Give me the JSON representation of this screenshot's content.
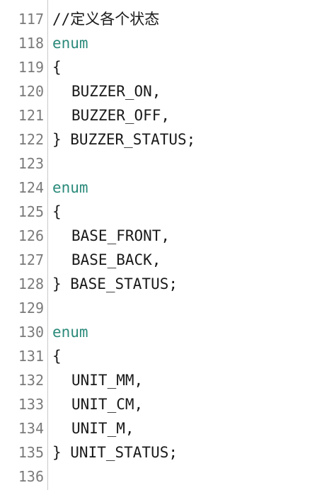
{
  "lines": [
    {
      "number": "117",
      "text": "//定义各个状态",
      "kind": "comment"
    },
    {
      "number": "118",
      "text": "enum",
      "kind": "keyword"
    },
    {
      "number": "119",
      "text": "{",
      "kind": "brace"
    },
    {
      "number": "120",
      "text": "BUZZER_ON,",
      "kind": "member"
    },
    {
      "number": "121",
      "text": "BUZZER_OFF,",
      "kind": "member"
    },
    {
      "number": "122",
      "text": "} BUZZER_STATUS;",
      "kind": "brace"
    },
    {
      "number": "123",
      "text": "",
      "kind": "blank"
    },
    {
      "number": "124",
      "text": "enum",
      "kind": "keyword"
    },
    {
      "number": "125",
      "text": "{",
      "kind": "brace"
    },
    {
      "number": "126",
      "text": "BASE_FRONT,",
      "kind": "member"
    },
    {
      "number": "127",
      "text": "BASE_BACK,",
      "kind": "member"
    },
    {
      "number": "128",
      "text": "} BASE_STATUS;",
      "kind": "brace"
    },
    {
      "number": "129",
      "text": "",
      "kind": "blank"
    },
    {
      "number": "130",
      "text": "enum",
      "kind": "keyword"
    },
    {
      "number": "131",
      "text": "{",
      "kind": "brace"
    },
    {
      "number": "132",
      "text": "UNIT_MM,",
      "kind": "member"
    },
    {
      "number": "133",
      "text": "UNIT_CM,",
      "kind": "member"
    },
    {
      "number": "134",
      "text": "UNIT_M,",
      "kind": "member"
    },
    {
      "number": "135",
      "text": "} UNIT_STATUS;",
      "kind": "brace"
    },
    {
      "number": "136",
      "text": "",
      "kind": "blank"
    }
  ],
  "colors": {
    "keyword": "#2a8a7a",
    "line_number": "#7a7a7a",
    "text": "#1a1a1a",
    "gutter_border": "#c8c8c8"
  }
}
